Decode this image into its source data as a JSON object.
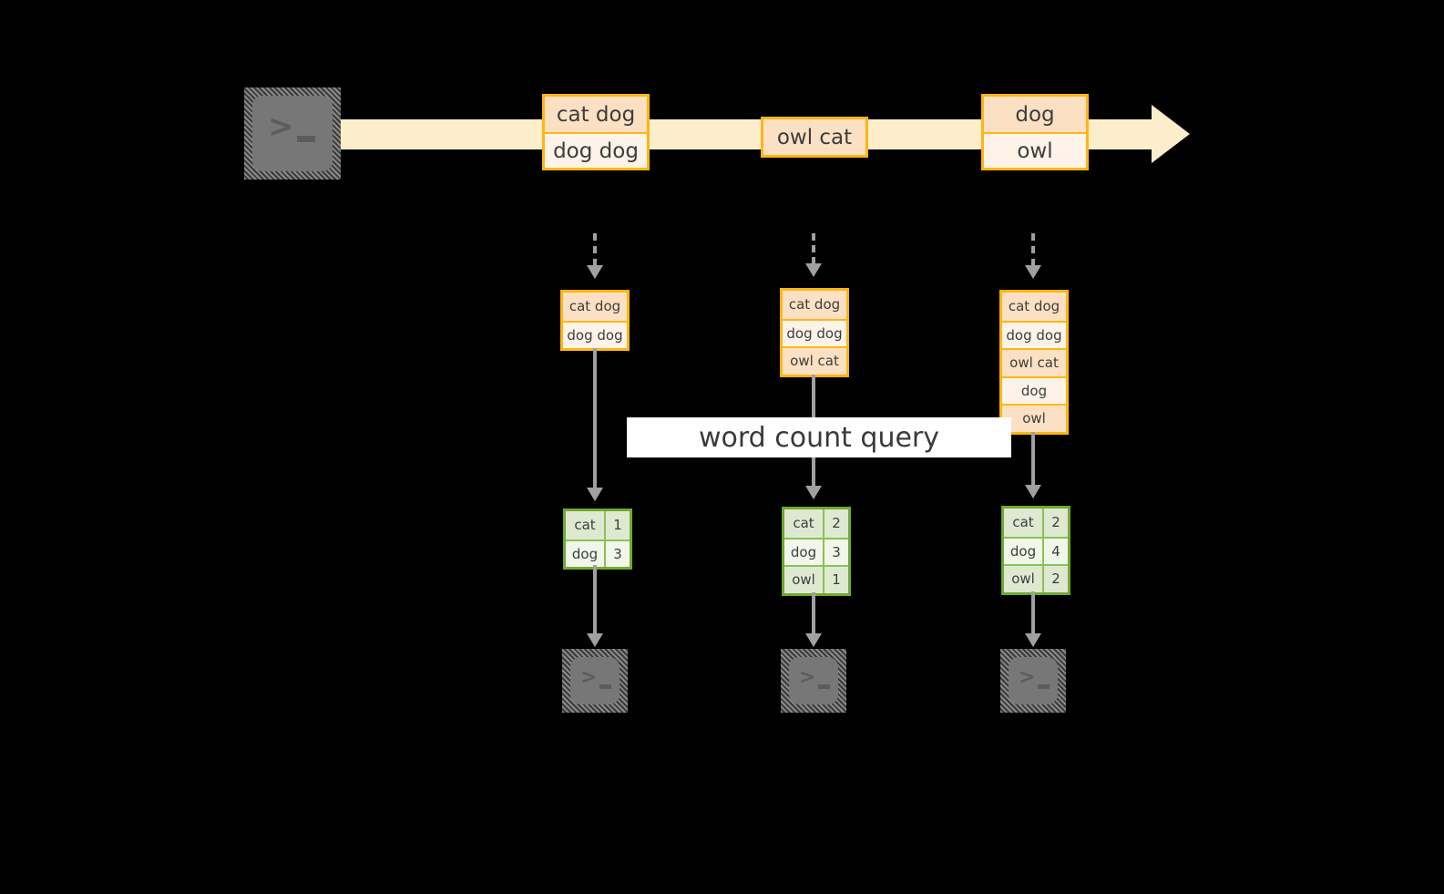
{
  "diagram": {
    "title": "word count query",
    "background_color": "#000000",
    "colors": {
      "stream_fill": "#fdeecb",
      "record_border": "#ffb612",
      "record_fill_dark": "#fce0c3",
      "record_fill_light": "#fdf3e8",
      "result_border": "#70a92f",
      "result_fill_dark": "#dfe9d2",
      "result_fill_light": "#f1f6ea",
      "arrow_gray": "#a0a0a0",
      "terminal_gray": "#777777",
      "banner_bg": "#ffffff",
      "text": "#3d3d3d"
    }
  },
  "producer": {
    "icon": "terminal-icon",
    "glyph_prompt": ">",
    "glyph_cursor": "_"
  },
  "stream": {
    "arrow": "stream-arrow-right",
    "records": [
      {
        "lines": [
          "cat dog",
          "dog dog"
        ]
      },
      {
        "lines": [
          "owl cat"
        ]
      },
      {
        "lines": [
          "dog",
          "owl"
        ]
      }
    ]
  },
  "snapshots": [
    {
      "id": "snapshot-1",
      "input_arrow": "dashed-down-arrow",
      "table_rows": [
        "cat dog",
        "dog dog"
      ],
      "results": {
        "rows": [
          {
            "word": "cat",
            "count": "1"
          },
          {
            "word": "dog",
            "count": "3"
          }
        ]
      },
      "consumer_icon": "terminal-icon"
    },
    {
      "id": "snapshot-2",
      "input_arrow": "dashed-down-arrow",
      "table_rows": [
        "cat dog",
        "dog dog",
        "owl cat"
      ],
      "results": {
        "rows": [
          {
            "word": "cat",
            "count": "2"
          },
          {
            "word": "dog",
            "count": "3"
          },
          {
            "word": "owl",
            "count": "1"
          }
        ]
      },
      "consumer_icon": "terminal-icon"
    },
    {
      "id": "snapshot-3",
      "input_arrow": "dashed-down-arrow",
      "table_rows": [
        "cat dog",
        "dog dog",
        "owl cat",
        "dog",
        "owl"
      ],
      "results": {
        "rows": [
          {
            "word": "cat",
            "count": "2"
          },
          {
            "word": "dog",
            "count": "4"
          },
          {
            "word": "owl",
            "count": "2"
          }
        ]
      },
      "consumer_icon": "terminal-icon"
    }
  ]
}
